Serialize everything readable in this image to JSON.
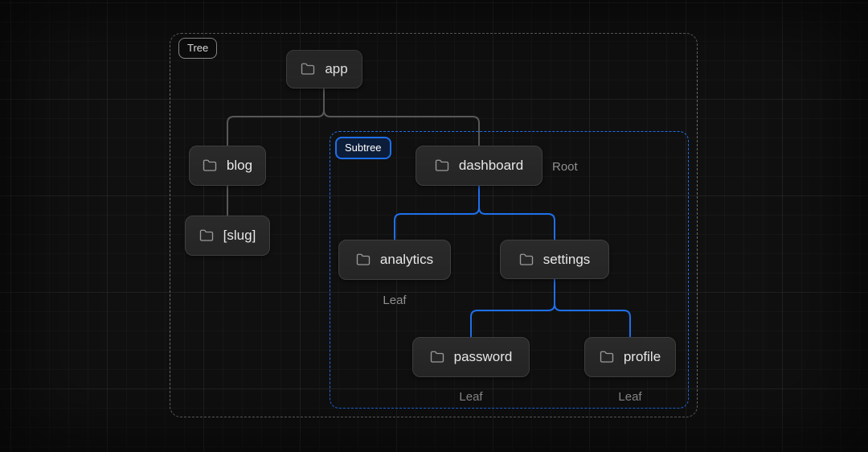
{
  "badges": {
    "tree": "Tree",
    "subtree": "Subtree"
  },
  "nodes": [
    {
      "id": "app",
      "label": "app",
      "annotation": ""
    },
    {
      "id": "blog",
      "label": "blog",
      "annotation": ""
    },
    {
      "id": "slug",
      "label": "[slug]",
      "annotation": ""
    },
    {
      "id": "dashboard",
      "label": "dashboard",
      "annotation": "Root"
    },
    {
      "id": "analytics",
      "label": "analytics",
      "annotation": "Leaf"
    },
    {
      "id": "settings",
      "label": "settings",
      "annotation": ""
    },
    {
      "id": "password",
      "label": "password",
      "annotation": "Leaf"
    },
    {
      "id": "profile",
      "label": "profile",
      "annotation": "Leaf"
    }
  ],
  "edges": [
    {
      "from": "app",
      "to": "blog",
      "variant": "default"
    },
    {
      "from": "app",
      "to": "dashboard",
      "variant": "default"
    },
    {
      "from": "blog",
      "to": "[slug]",
      "variant": "default"
    },
    {
      "from": "dashboard",
      "to": "analytics",
      "variant": "subtree"
    },
    {
      "from": "dashboard",
      "to": "settings",
      "variant": "subtree"
    },
    {
      "from": "settings",
      "to": "password",
      "variant": "subtree"
    },
    {
      "from": "settings",
      "to": "profile",
      "variant": "subtree"
    }
  ],
  "colors": {
    "accent": "#1f6feb",
    "edge": "#585858"
  }
}
